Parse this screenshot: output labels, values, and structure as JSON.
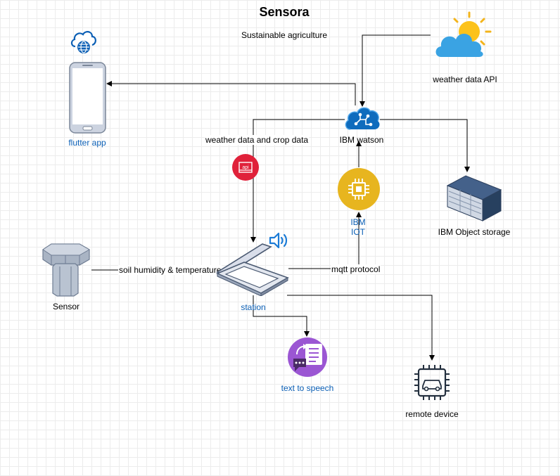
{
  "diagram": {
    "title": "Sensora",
    "subtitle": "Sustainable agriculture",
    "nodes": {
      "flutter_app": "flutter app",
      "weather_api": "weather data API",
      "ibm_watson": "IBM watson",
      "ibm_iot": "IBM\nIOT",
      "ibm_object_storage": "IBM Object storage",
      "sensor": "Sensor",
      "station": "station",
      "text_to_speech": "text to speech",
      "remote_device": "remote device",
      "api_badge": "api"
    },
    "edges": {
      "weather_crop": "weather data and crop data",
      "soil": "soil humidity & temperature",
      "mqtt": "mqtt protocol"
    }
  },
  "colors": {
    "azure_blue": "#0078d4",
    "api_red": "#e0213a",
    "iot_yellow": "#e7b51f",
    "tts_purple": "#9b56d3",
    "label_blue": "#0b5fb5"
  },
  "icons": {
    "cloud_web": "cloud-globe-icon",
    "phone": "phone-icon",
    "weather": "sun-cloud-icon",
    "watson": "azure-cognitive-icon",
    "api": "api-icon",
    "iot": "chip-icon",
    "storage": "storage-array-icon",
    "sensor": "bolt-sensor-icon",
    "station": "scanner-icon",
    "speaker": "speaker-icon",
    "tts": "speech-document-icon",
    "remote": "car-chip-icon"
  }
}
